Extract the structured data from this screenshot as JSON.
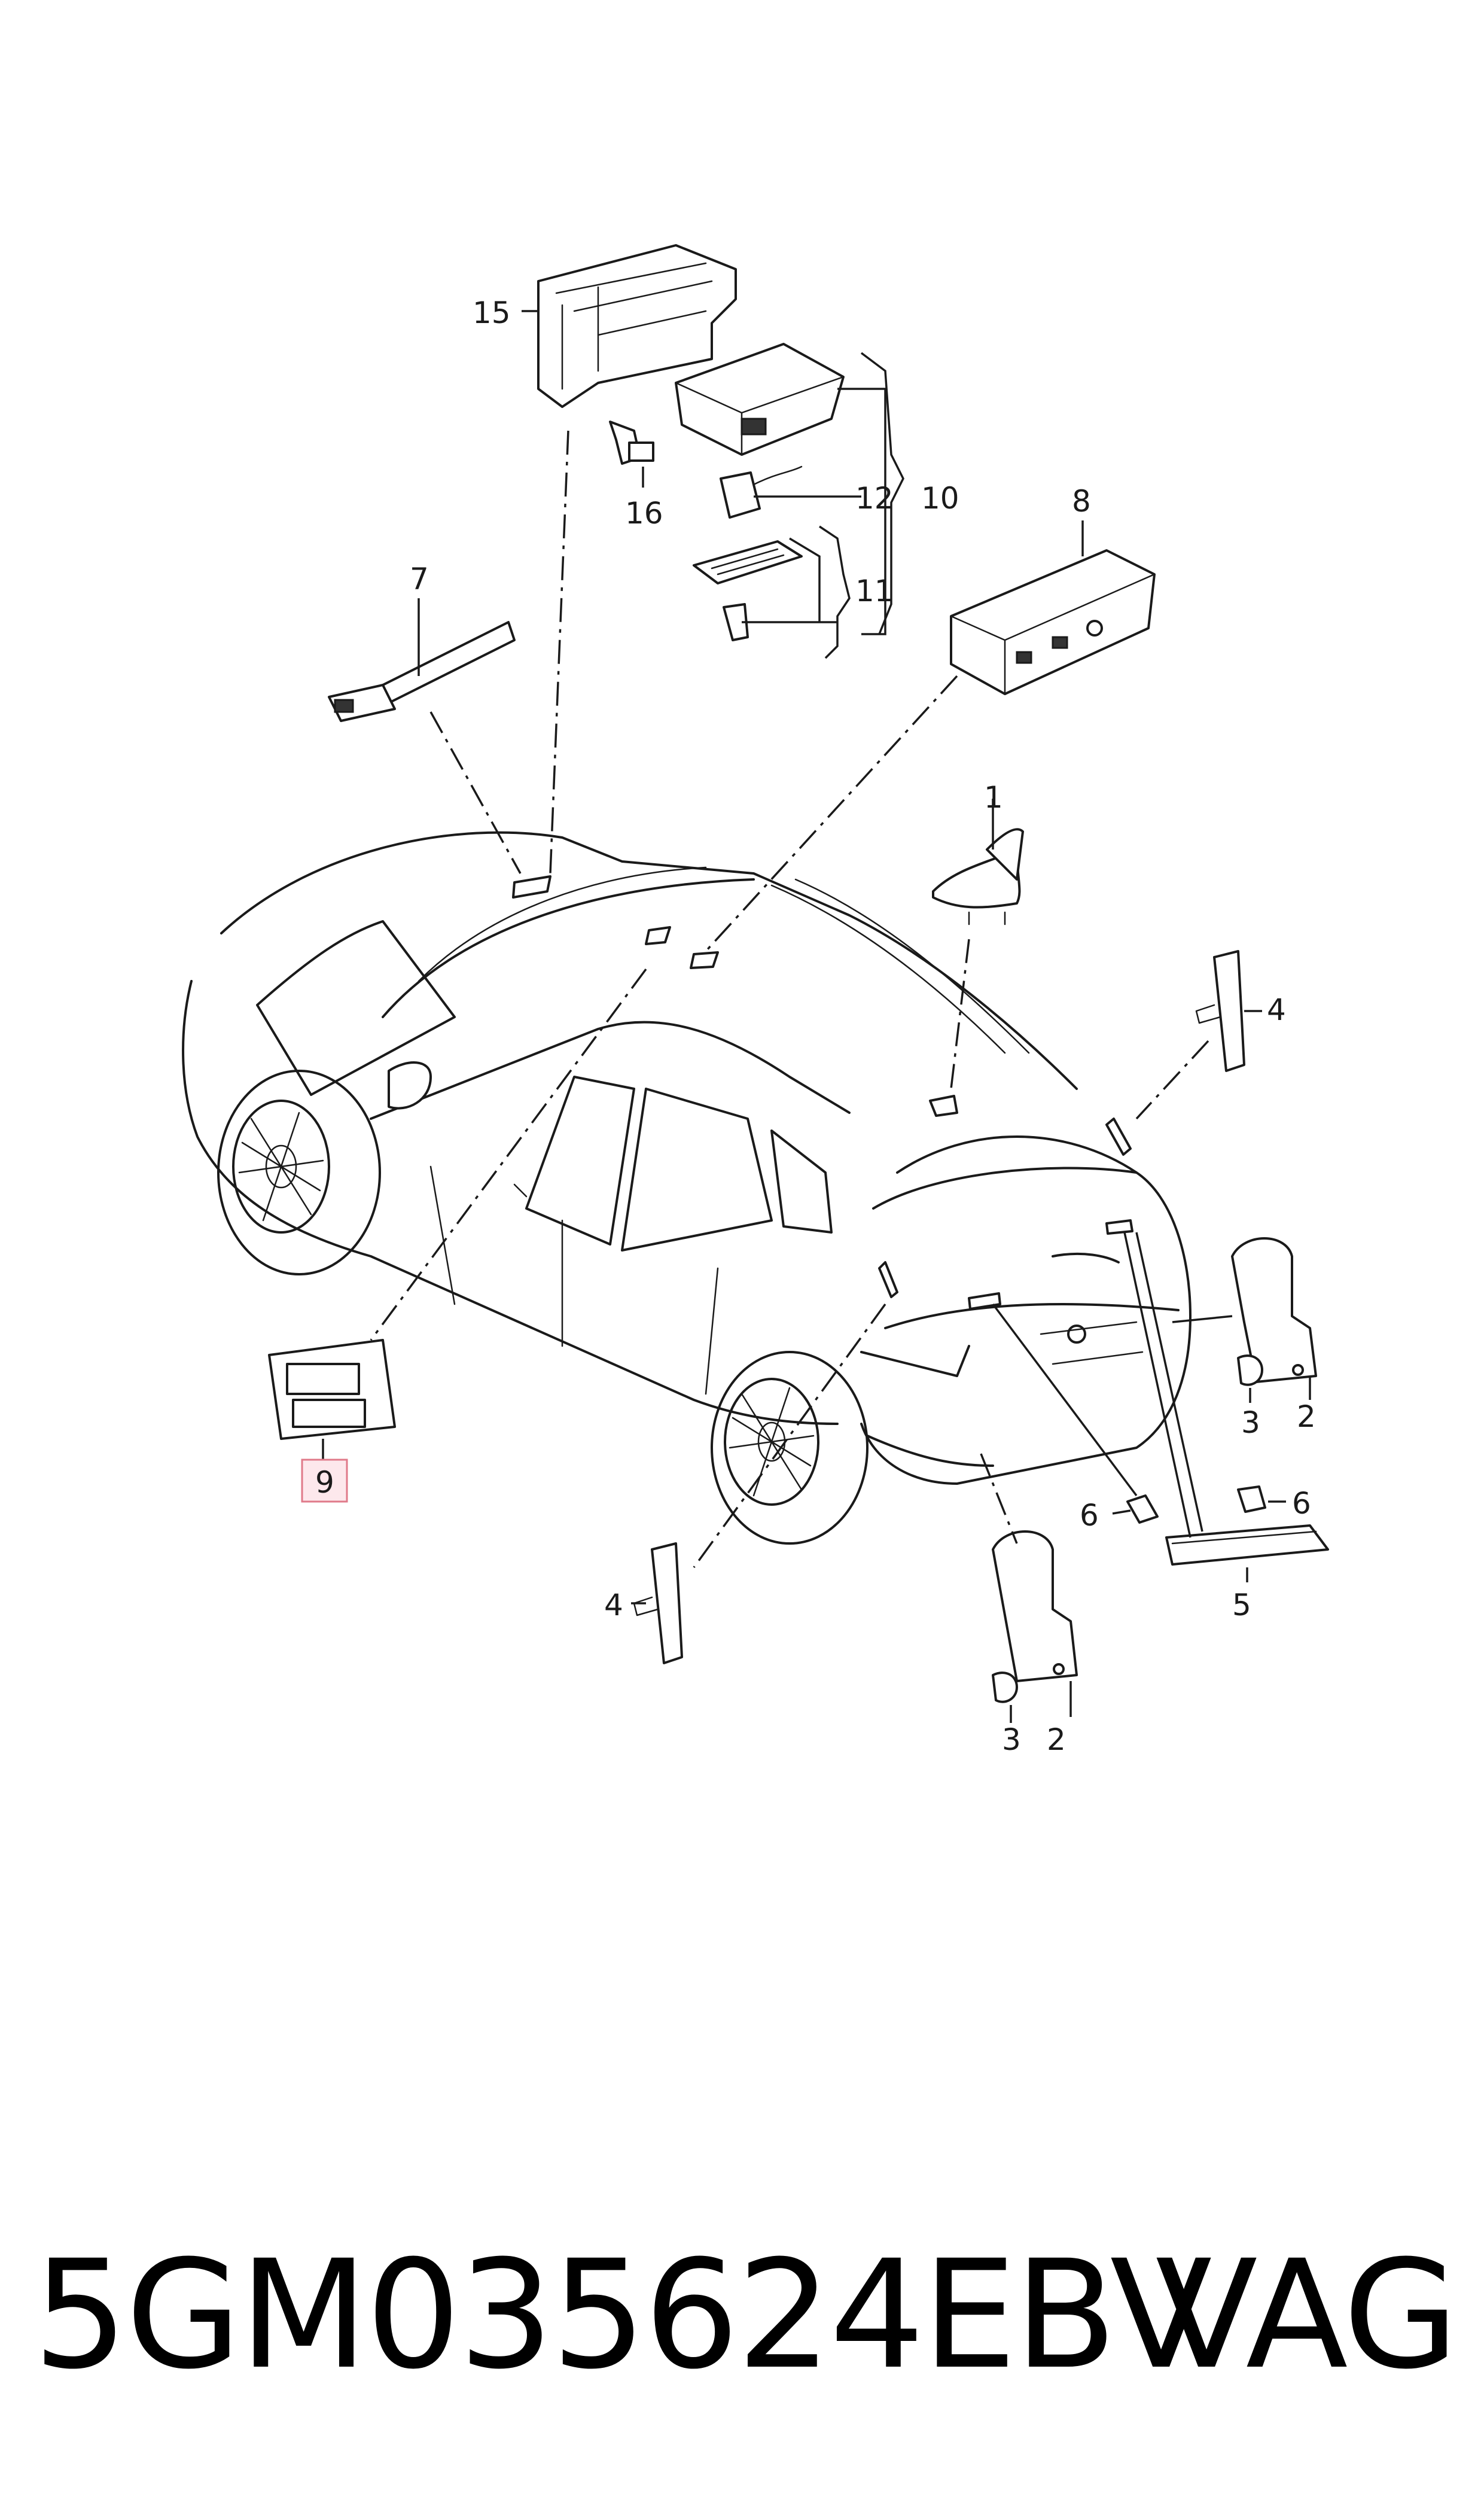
{
  "callouts": {
    "c1": "1",
    "c2a": "2",
    "c2b": "2",
    "c3a": "3",
    "c3b": "3",
    "c4a": "4",
    "c4b": "4",
    "c5": "5",
    "c6a": "6",
    "c6b": "6",
    "c7": "7",
    "c8": "8",
    "c9": "9",
    "c10": "10",
    "c11": "11",
    "c12": "12",
    "c15": "15",
    "c16": "16"
  },
  "caption": {
    "part_number": "5GM035624EBV",
    "brand": "VAG"
  },
  "highlight_color": "#e07a8a"
}
